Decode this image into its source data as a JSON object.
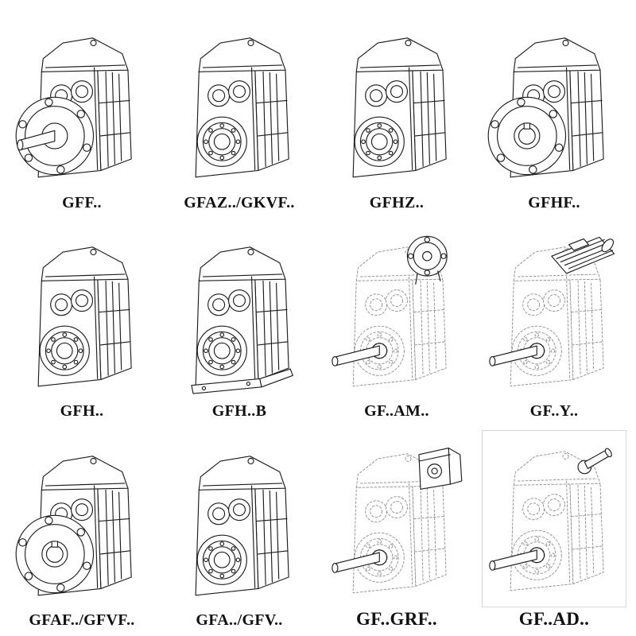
{
  "page": {
    "description": "Catalog sheet of GF-series parallel shaft helical gear reducer model variants"
  },
  "colors": {
    "line": "#1c1c1c",
    "phantom": "#8f8f8f",
    "background": "#ffffff"
  },
  "products": [
    {
      "label": "GFF..",
      "drawing": "gearbox-solid-output-flange-with-solid-shaft"
    },
    {
      "label": "GFAZ../GKVF..",
      "drawing": "gearbox-solid-hollow-output-shaft"
    },
    {
      "label": "GFHZ..",
      "drawing": "gearbox-solid-hollow-output-shaft"
    },
    {
      "label": "GFHF..",
      "drawing": "gearbox-solid-output-flange-hollow-shaft"
    },
    {
      "label": "GFH..",
      "drawing": "gearbox-solid-hollow-output-shaft"
    },
    {
      "label": "GFH..B",
      "drawing": "gearbox-solid-hollow-shaft-foot-mounted"
    },
    {
      "label": "GF..AM..",
      "drawing": "gearbox-phantom-with-iec-motor-adapter-flange"
    },
    {
      "label": "GF..Y..",
      "drawing": "gearbox-phantom-with-mounted-motor"
    },
    {
      "label": "GFAF../GFVF..",
      "drawing": "gearbox-solid-output-flange-hollow-shaft"
    },
    {
      "label": "GFA../GFV..",
      "drawing": "gearbox-solid-hollow-output-shaft"
    },
    {
      "label": "GF..GRF..",
      "drawing": "gearbox-phantom-with-input-adapter-box"
    },
    {
      "label": "GF..AD..",
      "drawing": "gearbox-phantom-with-free-input-shaft"
    }
  ]
}
